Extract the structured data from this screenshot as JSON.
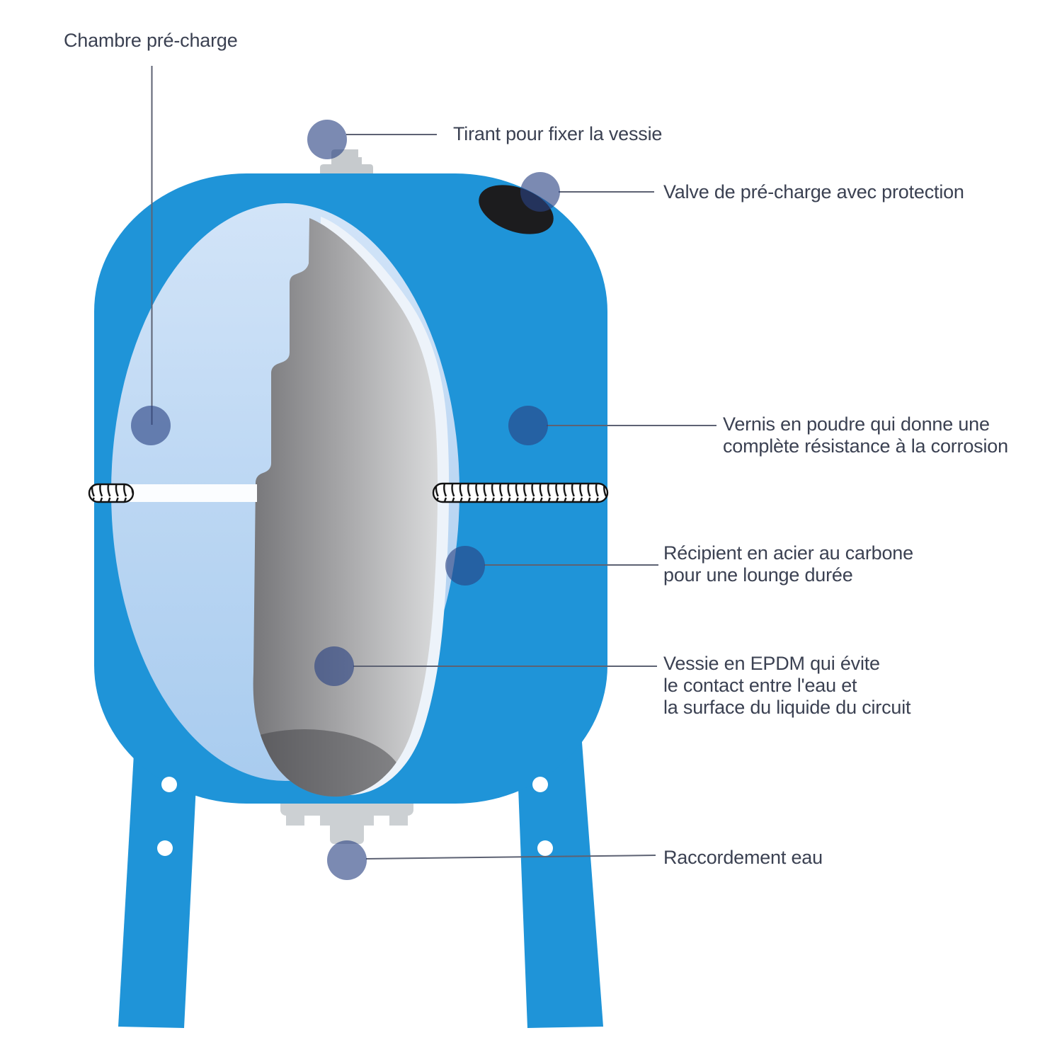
{
  "diagram": {
    "labels": {
      "chambre": "Chambre pré-charge",
      "tirant": "Tirant pour fixer la vessie",
      "valve": "Valve de pré-charge avec protection",
      "vernis": "Vernis en poudre qui donne une\ncomplète résistance à la corrosion",
      "recipient": "Récipient en acier au carbone\npour une lounge durée",
      "vessie": "Vessie en EPDM qui évite\nle contact entre l'eau et\nla surface du liquide du circuit",
      "raccordement": "Raccordement eau"
    },
    "colors": {
      "tank_blue": "#1f94d8",
      "cutaway_light_blue": "#bcd7f3",
      "bladder_gray": "#a3a3a5",
      "weld_seam_outline": "#111111",
      "callout_dot": "#2a4282",
      "text": "#3b4152",
      "callout_line": "#5d6273",
      "valve_black": "#1c1c1e",
      "fitting_gray": "#c6cacd"
    }
  }
}
